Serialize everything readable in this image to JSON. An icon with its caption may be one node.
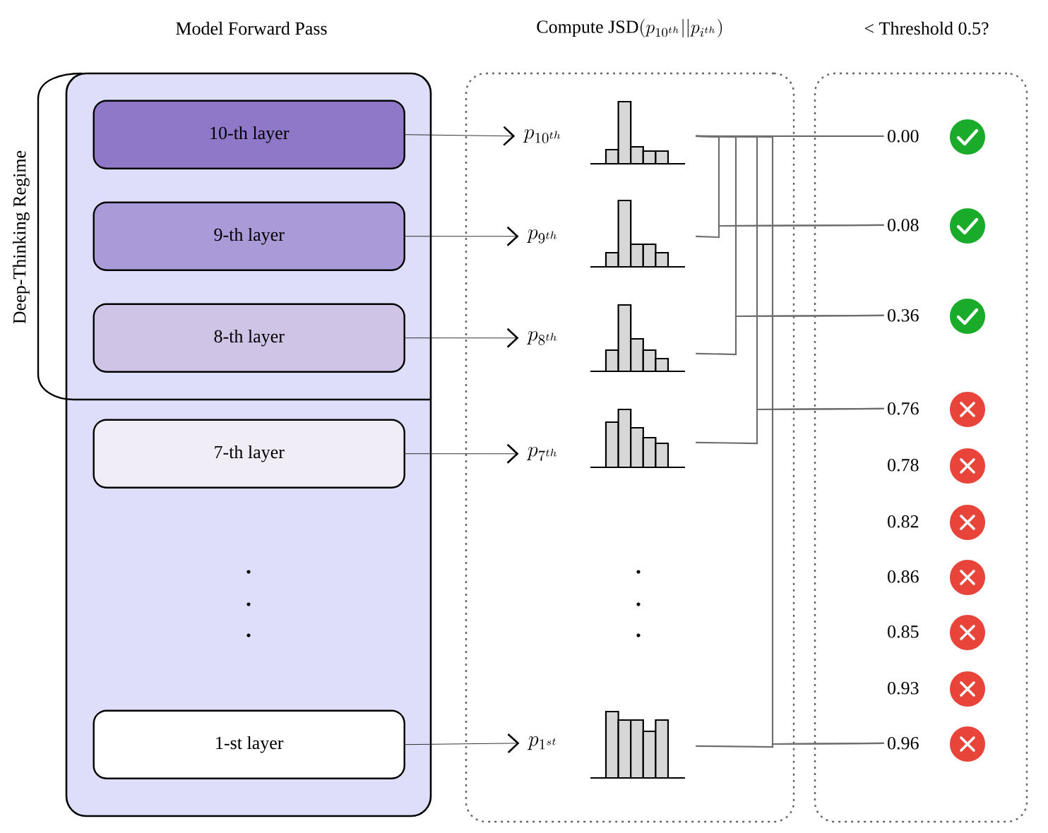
{
  "diagram": {
    "nodes": [
      {
        "text": [
          "Model Forward Pass"
        ]
      },
      {
        "text": [
          "10-th layer"
        ],
        "in": 0
      },
      {
        "text": [
          "9-th layer"
        ],
        "in": 0
      },
      {
        "text": [
          "8-th layer"
        ],
        "in": 0
      },
      {
        "text": [
          "7-th layer"
        ],
        "in": 0
      },
      {
        "text": [
          "1-st layer"
        ],
        "in": 0
      },
      {
        "text": [
          "\\text{Compute JSD}(p_{10^{th}}||p_{i^{th}})"
        ]
      },
      {
        "text": [
          "p_{10^{th}}"
        ],
        "in": 6
      },
      {
        "text": [
          "p_{9^{th}}"
        ],
        "in": 6
      },
      {
        "text": [
          "p_{8^{th}}"
        ],
        "in": 6
      },
      {
        "text": [
          "p_{7^{th}}"
        ],
        "in": 6
      },
      {
        "text": [
          "p_{1^{st}}"
        ],
        "in": 6
      },
      {
        "text": [],
        "shape": "picture",
        "in": 6
      },
      {
        "text": [],
        "shape": "picture",
        "in": 6
      },
      {
        "text": [],
        "shape": "picture",
        "in": 6
      },
      {
        "text": [],
        "shape": "picture",
        "in": 6
      },
      {
        "text": [],
        "shape": "picture",
        "in": 6
      },
      {
        "text": [
          "< Threshold 0.5?"
        ]
      },
      {
        "text": [
          "0.00"
        ],
        "in": 17
      },
      {
        "text": [
          "0.08"
        ],
        "in": 17
      },
      {
        "text": [
          "0.36"
        ],
        "in": 17
      },
      {
        "text": [
          "0.76"
        ],
        "in": 17
      },
      {
        "text": [
          "0.78"
        ],
        "in": 17
      },
      {
        "text": [
          "0.82"
        ],
        "in": 17
      },
      {
        "text": [
          "0.86"
        ],
        "in": 17
      },
      {
        "text": [
          "0.85"
        ],
        "in": 17
      },
      {
        "text": [
          "0.93"
        ],
        "in": 17
      },
      {
        "text": [
          "0.96"
        ],
        "in": 17
      }
    ],
    "edges": [
      {
        "from": 1,
        "to": 7,
        "arrow": "to",
        "color": "#000000"
      },
      {
        "from": 2,
        "to": 8,
        "arrow": "to",
        "color": "#000000"
      },
      {
        "from": 3,
        "to": 9,
        "arrow": "to",
        "color": "#000000"
      },
      {
        "from": 4,
        "to": 10,
        "arrow": "to",
        "color": "#000000"
      },
      {
        "from": 5,
        "to": 11,
        "arrow": "to",
        "color": "#000000"
      },
      {
        "from": 12,
        "to": 18,
        "arrow": "none"
      },
      {
        "from": 12,
        "to": 19,
        "arrow": "none"
      },
      {
        "from": 13,
        "to": 19,
        "arrow": "none"
      },
      {
        "from": 12,
        "to": 20,
        "arrow": "none"
      },
      {
        "from": 14,
        "to": 20,
        "arrow": "none"
      },
      {
        "from": 12,
        "to": 21,
        "arrow": "none"
      },
      {
        "from": 15,
        "to": 21,
        "arrow": "none"
      },
      {
        "from": 12,
        "to": 27,
        "arrow": "none"
      },
      {
        "from": 16,
        "to": 27,
        "arrow": "none"
      }
    ],
    "labels": [
      "Deep-Thinking Regime"
    ]
  }
}
